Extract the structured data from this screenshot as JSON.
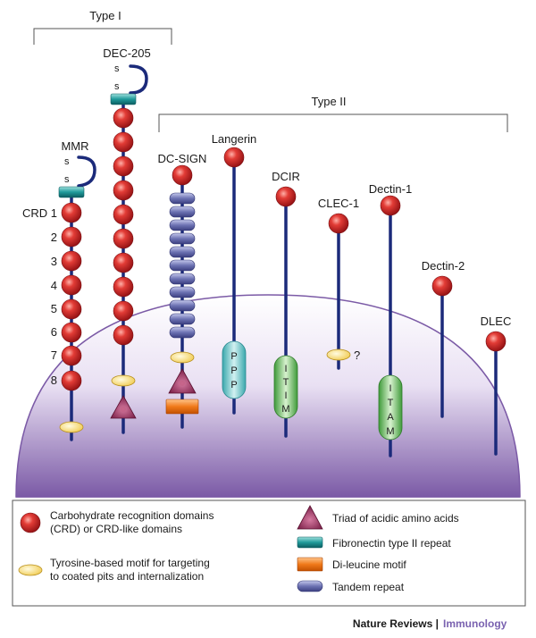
{
  "groups": {
    "type1": "Type I",
    "type2": "Type II"
  },
  "receptors": {
    "mmr": "MMR",
    "dec205": "DEC-205",
    "dcsign": "DC-SIGN",
    "langerin": "Langerin",
    "dcir": "DCIR",
    "clec1": "CLEC-1",
    "dectin1": "Dectin-1",
    "dectin2": "Dectin-2",
    "dlec": "DLEC"
  },
  "crd_labels": [
    "CRD 1",
    "2",
    "3",
    "4",
    "5",
    "6",
    "7",
    "8"
  ],
  "disulfide": "s",
  "motifs": {
    "langerin": [
      "P",
      "P",
      "P"
    ],
    "dcir": [
      "I",
      "T",
      "I",
      "M"
    ],
    "dectin1": [
      "I",
      "T",
      "A",
      "M"
    ],
    "clec1_unknown": "?"
  },
  "legend": {
    "crd_line1": "Carbohydrate recognition domains",
    "crd_line2": "(CRD) or CRD-like domains",
    "tyrosine_line1": "Tyrosine-based motif for targeting",
    "tyrosine_line2": "to coated pits and internalization",
    "triad": "Triad of acidic amino acids",
    "fibronectin": "Fibronectin type II repeat",
    "dileucine": "Di-leucine motif",
    "tandem": "Tandem repeat"
  },
  "footer": {
    "journal": "Nature Reviews |",
    "subject": "Immunology"
  },
  "colors": {
    "stalk": "#1b2a7a",
    "crd": "#d6262b",
    "tyrosine": "#f6e07a",
    "triad": "#8e2c57",
    "fibronectin": "#1f9a9a",
    "dileucine": "#f07a1a",
    "tandem": "#6d73b3",
    "ppp": "#7ecfd2",
    "itim": "#86c87a",
    "membrane": "#7b5aa6"
  }
}
